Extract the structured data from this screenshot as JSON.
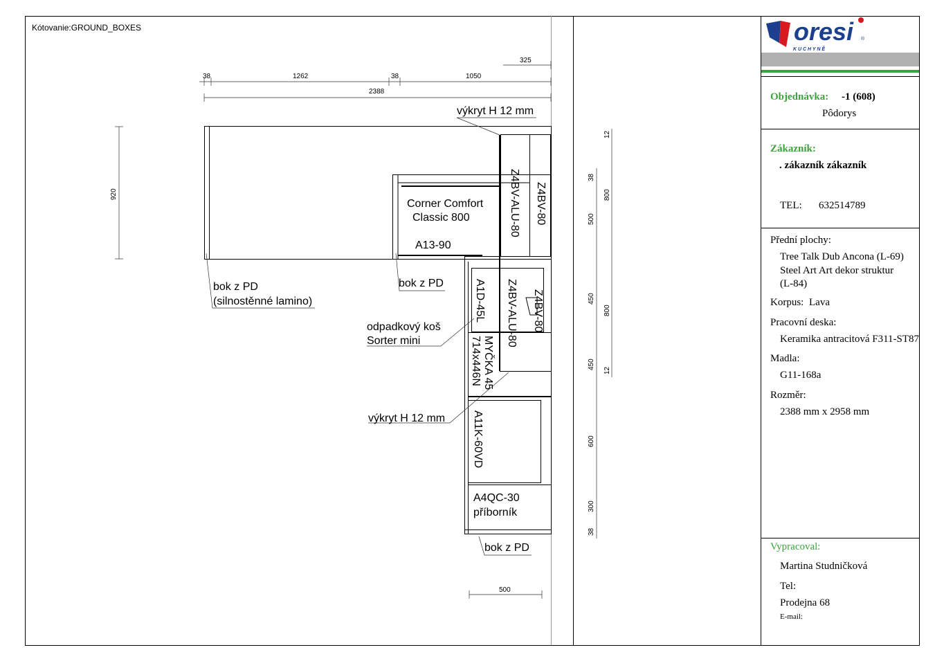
{
  "drawing": {
    "title": "Kótovanie:GROUND_BOXES",
    "dimensions_top": [
      "38",
      "1262",
      "38",
      "1050",
      "2388",
      "325"
    ],
    "dimension_left": "920",
    "dimensions_right_outer": [
      "12",
      "38",
      "500",
      "450",
      "450",
      "600",
      "300",
      "38"
    ],
    "dimensions_right_inner": [
      "800",
      "800",
      "12"
    ],
    "dimension_bottom": "500",
    "labels": {
      "vykryt_top": "výkryt H 12 mm",
      "vykryt_bottom": "výkryt H 12 mm",
      "bok_left_1": "bok z PD",
      "bok_left_2": "(silnostěnné lamino)",
      "bok_mid": "bok z PD",
      "bok_bottom": "bok z PD",
      "odpad_1": "odpadkový koš",
      "odpad_2": "Sorter mini",
      "corner_1": "Corner Comfort",
      "corner_2": "Classic 800",
      "a13": "A13-90",
      "z4bv_alu_top": "Z4BV-ALU-80",
      "z4bv_top": "Z4BV-80",
      "a1d": "A1D-45L",
      "z4bv_alu_mid": "Z4BV-ALU-80",
      "z4bv_mid": "Z4BV-80",
      "mycka_1": "MYČKA 45",
      "mycka_2": "714x446N",
      "a11k": "A11K-60VD",
      "a4qc_1": "A4QC-30",
      "a4qc_2": "příborník"
    }
  },
  "panel": {
    "logo_text": "oresi",
    "logo_sub": "K U C H Y N Ě",
    "logo_mark": "®",
    "order_label": "Objednávka:",
    "order_value": "-1 (608)",
    "view": "Pôdorys",
    "customer_label": "Zákazník:",
    "customer_name": ". zákazník zákazník",
    "tel_label": "TEL:",
    "tel_value": "632514789",
    "fronts_label": "Přední plochy:",
    "fronts_1": "Tree Talk Dub Ancona (L-69)",
    "fronts_2": "Steel Art Art dekor struktur",
    "fronts_3": "(L-84)",
    "korpus_label": "Korpus:",
    "korpus_value": "Lava",
    "desk_label": "Pracovní deska:",
    "desk_value": "Keramika antracitová F311-ST87",
    "handles_label": "Madla:",
    "handles_value": "G11-168a",
    "size_label": "Rozměr:",
    "size_value": "2388 mm x 2958 mm",
    "made_by_label": "Vypracoval:",
    "made_by": "Martina Studničková",
    "tel2_label": "Tel:",
    "shop": "Prodejna 68",
    "email_label": "E-mail:"
  },
  "colors": {
    "green": "#3aa33a",
    "logo_blue": "#1d3f8f",
    "logo_red": "#d71920",
    "band_gray": "#b0b0b0"
  }
}
